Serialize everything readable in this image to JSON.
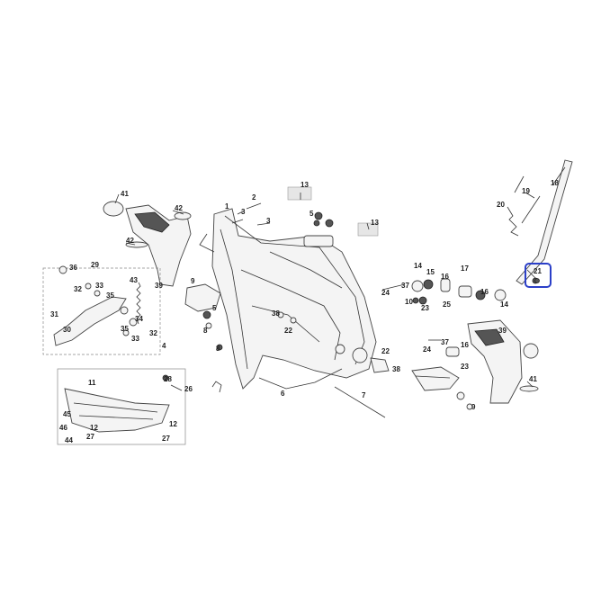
{
  "highlight_color": "#2b3fc8",
  "callouts": {
    "c1": "1",
    "c2": "2",
    "c3a": "3",
    "c3b": "3",
    "c4": "4",
    "c5": "5",
    "c6": "6",
    "c7": "7",
    "c8a": "8",
    "c8b": "8",
    "c9": "9",
    "c10": "10",
    "c11": "11",
    "c12": "12",
    "c13a": "13",
    "c13b": "13",
    "c14": "14",
    "c15": "15",
    "c16a": "16",
    "c16b": "16",
    "c17": "17",
    "c18": "18",
    "c19": "19",
    "c20": "20",
    "c21": "21",
    "c22a": "22",
    "c22b": "22",
    "c23a": "23",
    "c23b": "23",
    "c24a": "24",
    "c24b": "24",
    "c25": "25",
    "c26": "26",
    "c27a": "27",
    "c27b": "27",
    "c28": "28",
    "c29": "29",
    "c30": "30",
    "c31": "31",
    "c32a": "32",
    "c32b": "32",
    "c33a": "33",
    "c33b": "33",
    "c34": "34",
    "c35": "35",
    "c36": "36",
    "c37a": "37",
    "c37b": "37",
    "c38a": "38",
    "c38b": "38",
    "c39a": "39",
    "c39b": "39",
    "c41a": "41",
    "c41b": "41",
    "c42a": "42",
    "c42b": "42",
    "c43": "43",
    "c44": "44",
    "c45": "45",
    "c46": "46"
  }
}
